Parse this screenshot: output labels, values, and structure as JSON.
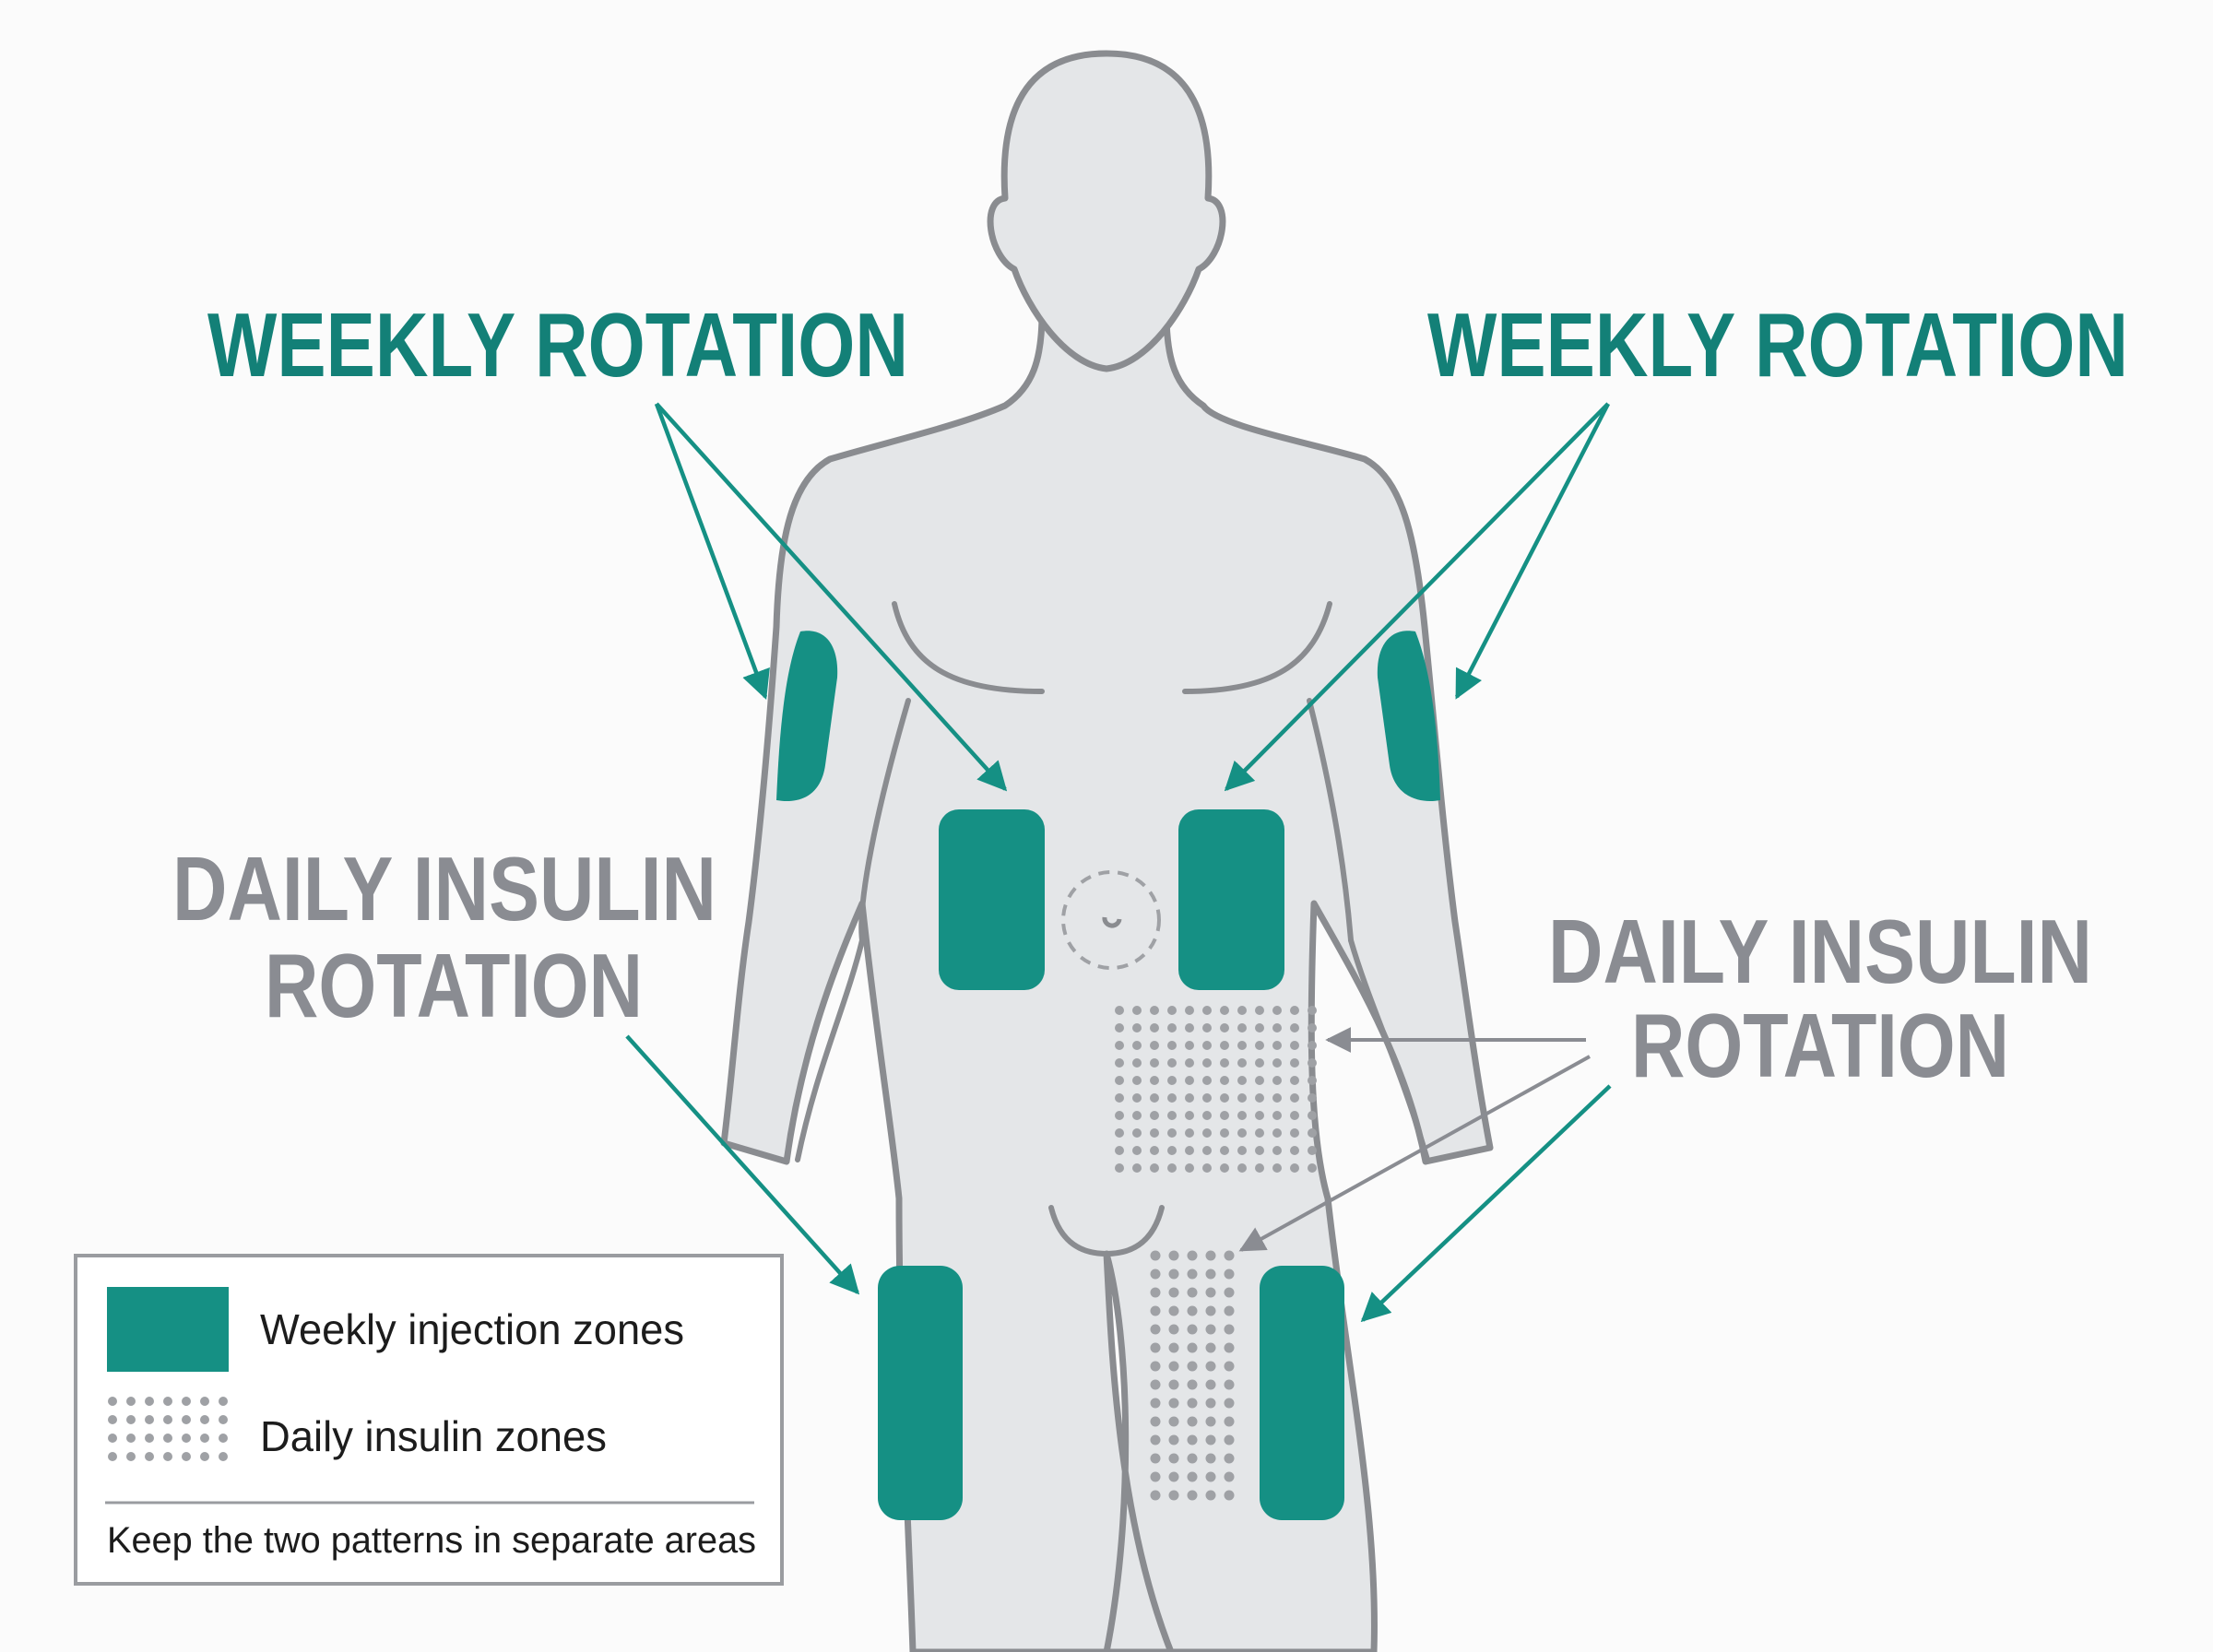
{
  "colors": {
    "background": "#fbfbfb",
    "body_fill": "#e4e6e8",
    "body_outline": "#8a8c90",
    "weekly_teal": "#159084",
    "weekly_text": "#138077",
    "daily_gray": "#8a8c92",
    "dot_gray": "#9fa1a5",
    "legend_border": "#9a9ca0",
    "legend_text": "#1c1c1c"
  },
  "callouts": {
    "weekly_left": "WEEKLY ROTATION",
    "weekly_right": "WEEKLY ROTATION",
    "daily_left_line1": "DAILY INSULIN",
    "daily_left_line2": "ROTATION",
    "daily_right_line1": "DAILY INSULIN",
    "daily_right_line2": "ROTATION"
  },
  "legend": {
    "weekly_label": "Weekly injection zones",
    "daily_label": "Daily insulin zones",
    "note": "Keep the two patterns in separate areas"
  }
}
